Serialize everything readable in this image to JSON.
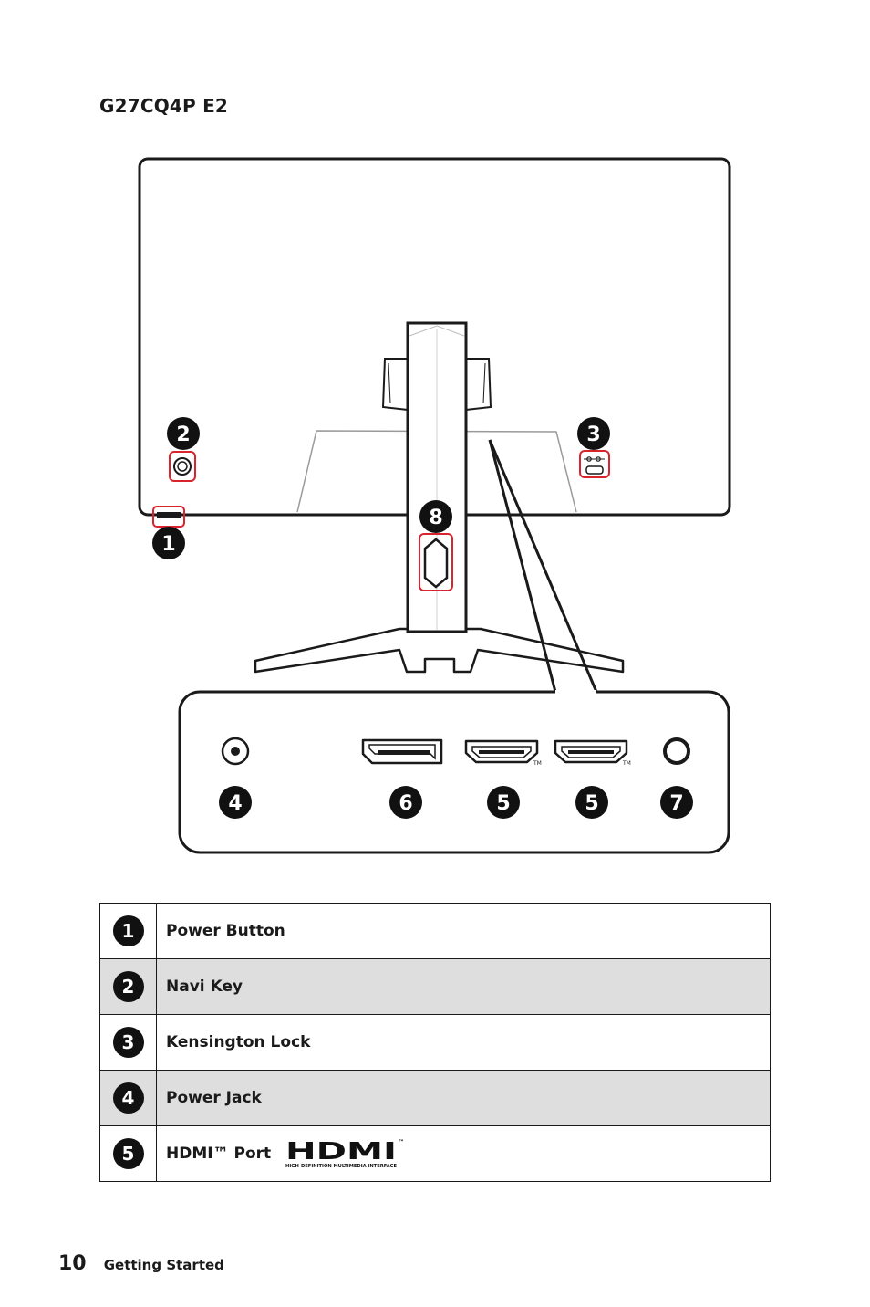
{
  "model_title": "G27CQ4P E2",
  "diagram_callouts": [
    "1",
    "2",
    "3",
    "4",
    "5",
    "6",
    "7",
    "8"
  ],
  "port_callouts": [
    "4",
    "6",
    "5",
    "5",
    "7"
  ],
  "legend": [
    {
      "number": "1",
      "label": "Power Button"
    },
    {
      "number": "2",
      "label": "Navi Key"
    },
    {
      "number": "3",
      "label": "Kensington Lock"
    },
    {
      "number": "4",
      "label": "Power Jack"
    },
    {
      "number": "5",
      "label": "HDMI™ Port"
    }
  ],
  "hdmi_logo": {
    "word": "HDMI",
    "tagline": "HIGH-DEFINITION MULTIMEDIA INTERFACE",
    "tm": "™"
  },
  "footer": {
    "page_number": "10",
    "section": "Getting Started"
  },
  "colors": {
    "highlight": "#d9232d",
    "ink": "#1a1a1a",
    "shaded_row": "#dedede"
  }
}
